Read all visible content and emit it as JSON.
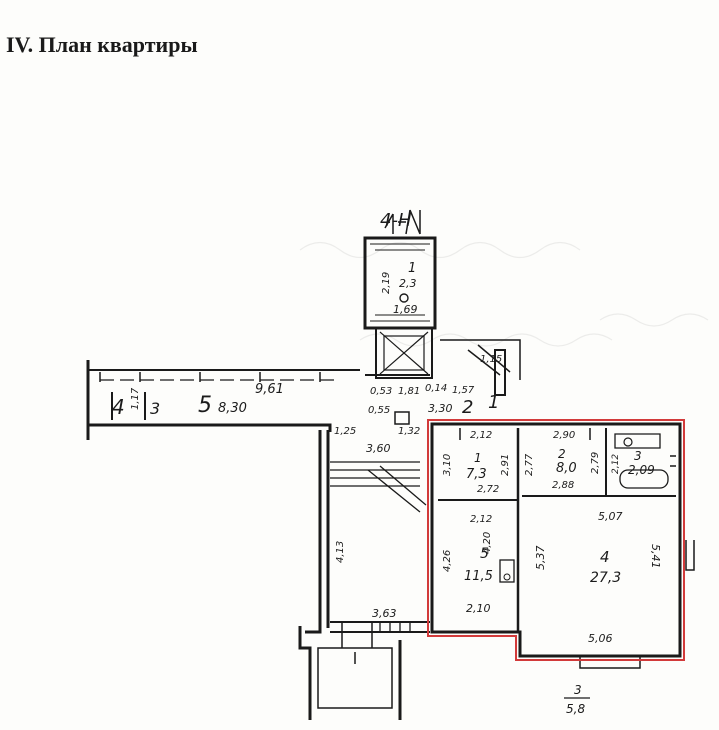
{
  "title": "IV. План квартиры",
  "stair_label": "4-Н",
  "labels": {
    "stair_room_no": "1",
    "stair_dim_a": "2,19",
    "stair_dim_b": "2,3",
    "stair_dim_c": "1,69",
    "corr_room_4": "4",
    "corr_dim_a": "1,17",
    "corr_room_3": "3",
    "corr_room_5": "5",
    "corr_dim_b": "8,30",
    "corr_dim_c": "9,61",
    "landing_dim_a": "0,53",
    "landing_dim_b": "1,81",
    "landing_dim_c": "0,14",
    "landing_dim_d": "1,57",
    "landing_dim_e": "1,15",
    "landing_room_1": "1",
    "landing_dim_f": "0,55",
    "landing_dim_g": "3,30",
    "landing_room_2": "2",
    "landing_dim_h": "1,25",
    "landing_dim_i": "1,32",
    "landing_dim_j": "3,60",
    "left_room_dim": "4,13",
    "entry_dim": "3,63",
    "apt_r1_w": "2,12",
    "apt_r1_no": "1",
    "apt_r1_area": "7,3",
    "apt_r1_h": "3,10",
    "apt_r1_h2": "2,91",
    "apt_r1_w2": "2,72",
    "apt_r2_w": "2,90",
    "apt_r2_no": "2",
    "apt_r2_area": "8,0",
    "apt_r2_h": "2,77",
    "apt_r2_w2": "2,88",
    "apt_r2_h2": "2,79",
    "apt_r3_no": "3",
    "apt_r3_area": "2,09",
    "apt_r3_dim": "2,12",
    "apt_r5_w": "2,12",
    "apt_r5_h": "4,20",
    "apt_r5_h2": "4,26",
    "apt_r5_no": "5",
    "apt_r5_area": "11,5",
    "apt_r5_w2": "2,10",
    "apt_r4_w": "5,07",
    "apt_r4_h": "5,37",
    "apt_r4_no": "4",
    "apt_r4_area": "27,3",
    "apt_r4_h2": "5,41",
    "apt_r4_w2": "5,06",
    "bottom_no": "3",
    "bottom_area": "5,8"
  },
  "colors": {
    "outline": "#d23a3a",
    "ink": "#1a1a1a"
  }
}
